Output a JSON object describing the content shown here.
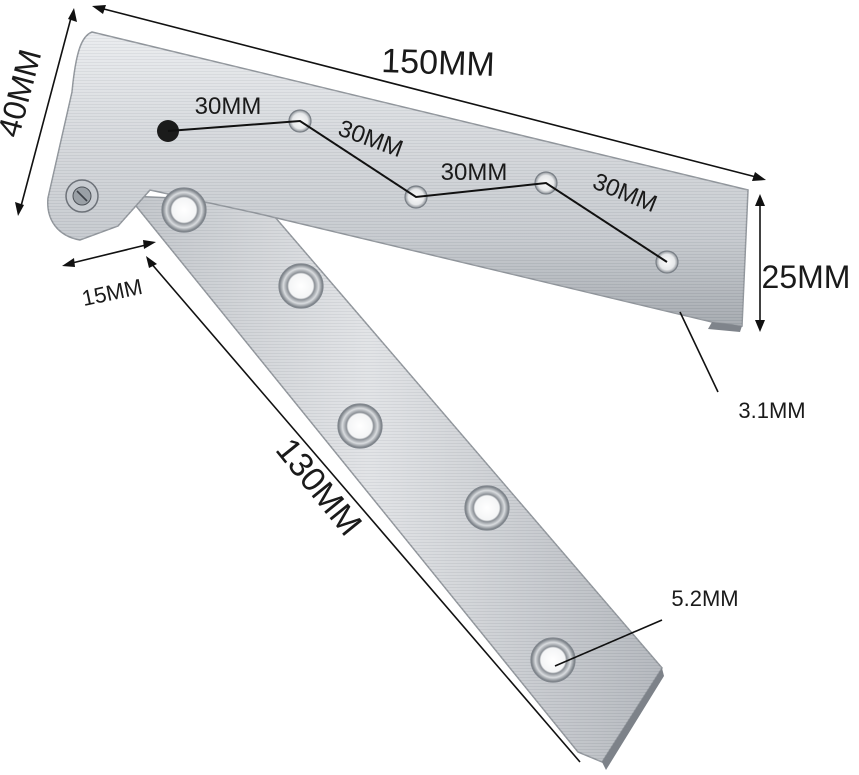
{
  "dimensions": {
    "overall_length": "150MM",
    "top_height": "40MM",
    "arm_width": "25MM",
    "pivot_offset": "15MM",
    "lower_length": "130MM",
    "thickness": "3.1MM",
    "hole_diameter": "5.2MM",
    "hole_spacing_1": "30MM",
    "hole_spacing_2": "30MM",
    "hole_spacing_3": "30MM",
    "hole_spacing_4": "30MM"
  },
  "colors": {
    "steel_light": "#f2f3f5",
    "steel_mid": "#c9ccd1",
    "steel_dark": "#8d9298",
    "line": "#111111"
  }
}
